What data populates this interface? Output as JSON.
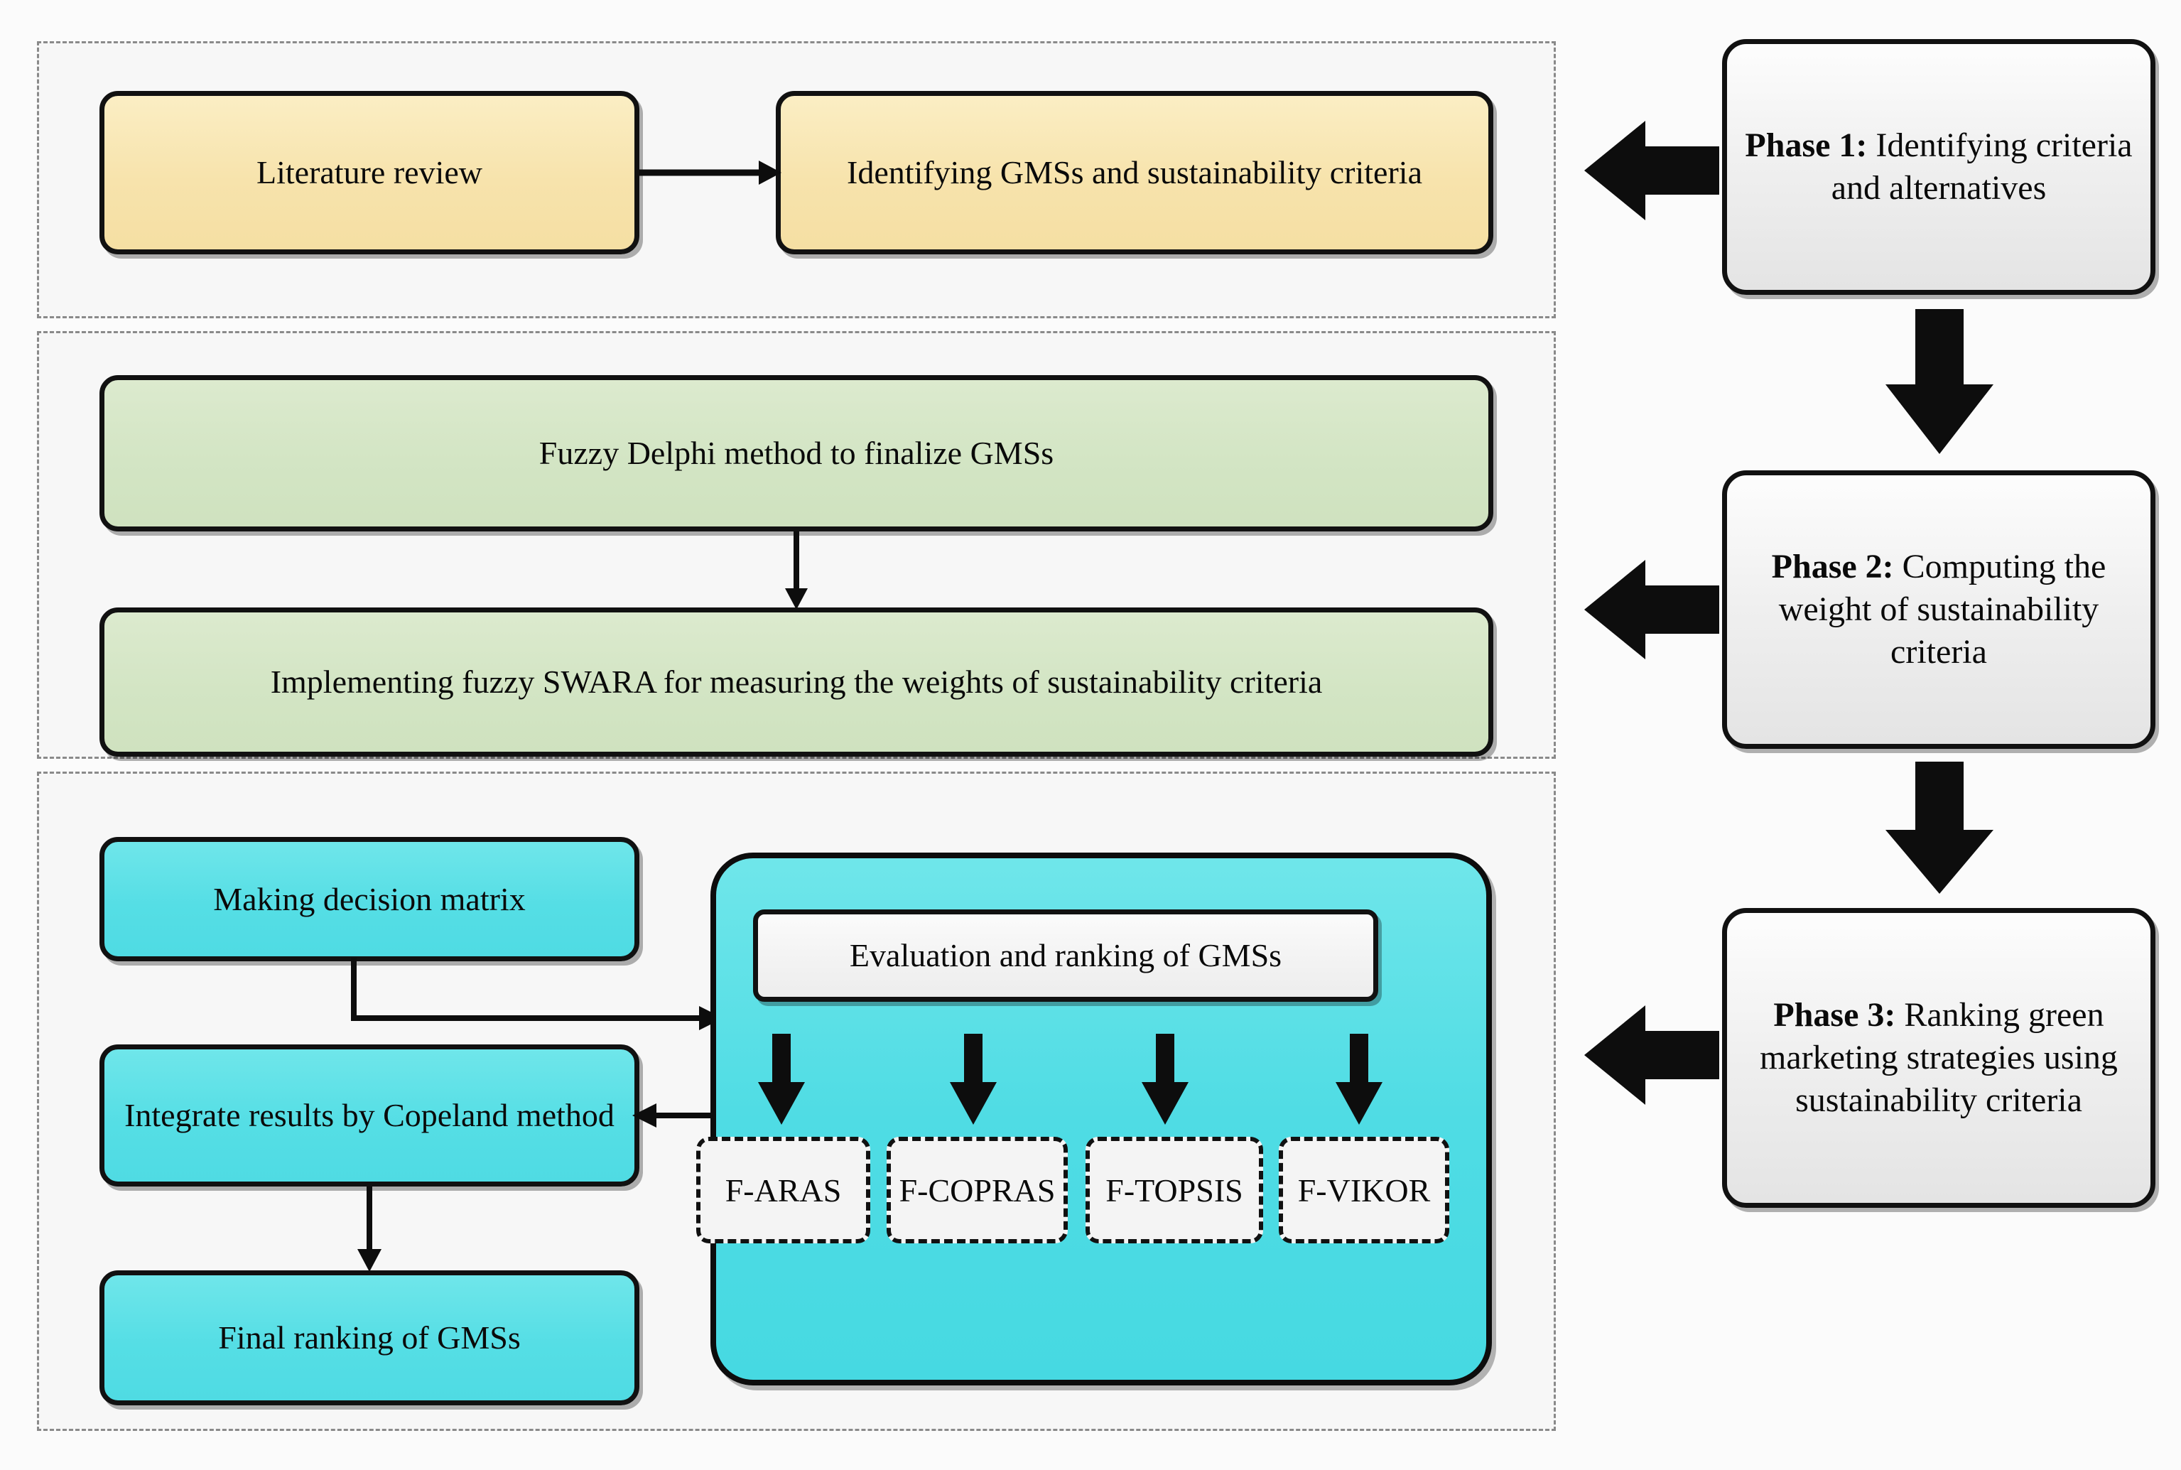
{
  "diagram": {
    "title": "Research framework flowchart",
    "colors": {
      "phase1_box_fill": "#f7e3ac",
      "phase2_box_fill": "#d3e5c4",
      "phase3_box_fill": "#55dee5",
      "phase_label_fill": "#efefef",
      "method_box_fill": "#f4f4f4",
      "outline": "#111111",
      "region_dash": "#8a8a8a",
      "page_background": "#fbfbfb"
    }
  },
  "phase1": {
    "region_name": "phase-1-region",
    "boxes": [
      {
        "id": "literature-review",
        "label": "Literature review"
      },
      {
        "id": "identifying-gmss",
        "label": "Identifying GMSs and sustainability criteria"
      }
    ],
    "phase_label": {
      "prefix": "Phase 1:",
      "text": " Identifying criteria and alternatives"
    }
  },
  "phase2": {
    "region_name": "phase-2-region",
    "boxes": [
      {
        "id": "fuzzy-delphi",
        "label": "Fuzzy Delphi method to finalize GMSs"
      },
      {
        "id": "fuzzy-swara",
        "label": "Implementing fuzzy SWARA for measuring the weights of sustainability criteria"
      }
    ],
    "phase_label": {
      "prefix": "Phase 2:",
      "text": " Computing the weight of sustainability criteria"
    }
  },
  "phase3": {
    "region_name": "phase-3-region",
    "boxes": [
      {
        "id": "making-decision-matrix",
        "label": "Making decision matrix"
      },
      {
        "id": "integrate-copeland",
        "label": "Integrate results by Copeland method"
      },
      {
        "id": "final-ranking",
        "label": "Final ranking of GMSs"
      }
    ],
    "evaluation_group": {
      "header": "Evaluation and ranking of GMSs",
      "methods": [
        {
          "id": "f-aras",
          "label": "F-ARAS"
        },
        {
          "id": "f-copras",
          "label": "F-COPRAS"
        },
        {
          "id": "f-topsis",
          "label": "F-TOPSIS"
        },
        {
          "id": "f-vikor",
          "label": "F-VIKOR"
        }
      ]
    },
    "phase_label": {
      "prefix": "Phase 3:",
      "text": " Ranking green marketing strategies using sustainability criteria"
    }
  }
}
